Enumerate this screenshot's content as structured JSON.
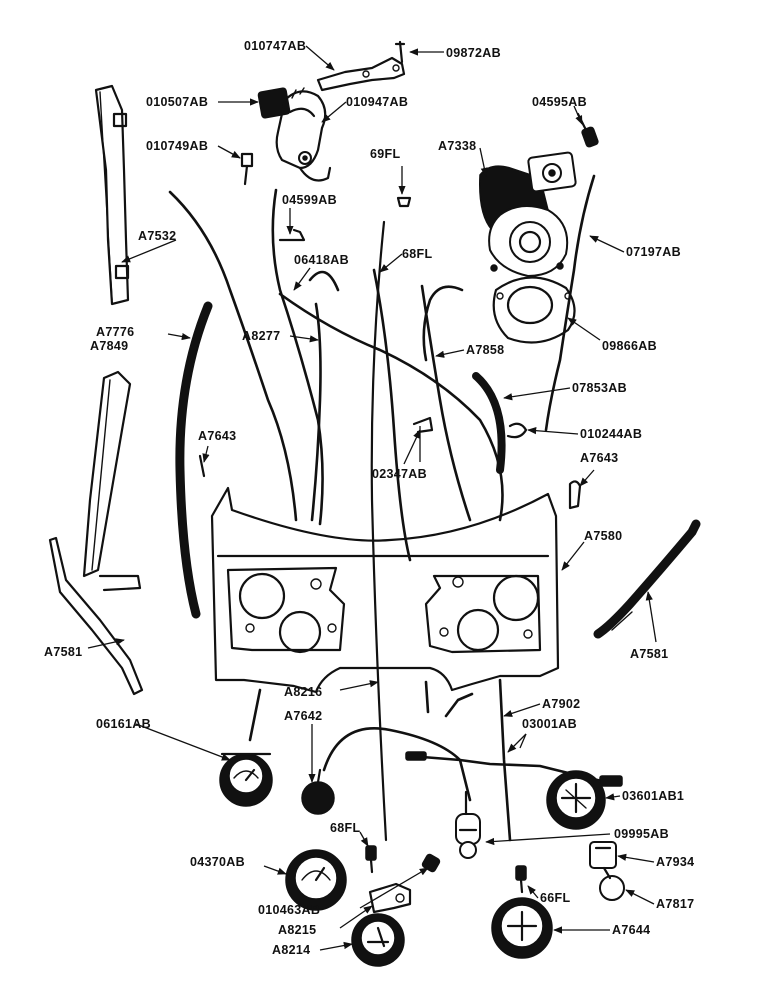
{
  "labels": {
    "l_010747AB": "010747AB",
    "l_09872AB": "09872AB",
    "l_010507AB": "010507AB",
    "l_010947AB": "010947AB",
    "l_010749AB": "010749AB",
    "l_04595AB": "04595AB",
    "l_A7338": "A7338",
    "l_69FL": "69FL",
    "l_04599AB": "04599AB",
    "l_A7532": "A7532",
    "l_07197AB": "07197AB",
    "l_06418AB": "06418AB",
    "l_68FL_top": "68FL",
    "l_A7776": "A7776",
    "l_A7849": "A7849",
    "l_A8277": "A8277",
    "l_A7858": "A7858",
    "l_09866AB": "09866AB",
    "l_07853AB": "07853AB",
    "l_A7643_left": "A7643",
    "l_010244AB": "010244AB",
    "l_02347AB": "02347AB",
    "l_A7643_right": "A7643",
    "l_A7580": "A7580",
    "l_A7581_left": "A7581",
    "l_A7581_right": "A7581",
    "l_A8216": "A8216",
    "l_A7642": "A7642",
    "l_A7902": "A7902",
    "l_06161AB": "06161AB",
    "l_03001AB": "03001AB",
    "l_03601AB1": "03601AB1",
    "l_09995AB": "09995AB",
    "l_68FL_bottom": "68FL",
    "l_04370AB": "04370AB",
    "l_A7934": "A7934",
    "l_66FL": "66FL",
    "l_010463AB": "010463AB",
    "l_A7817": "A7817",
    "l_A8215": "A8215",
    "l_A7644": "A7644",
    "l_A8214": "A8214"
  }
}
